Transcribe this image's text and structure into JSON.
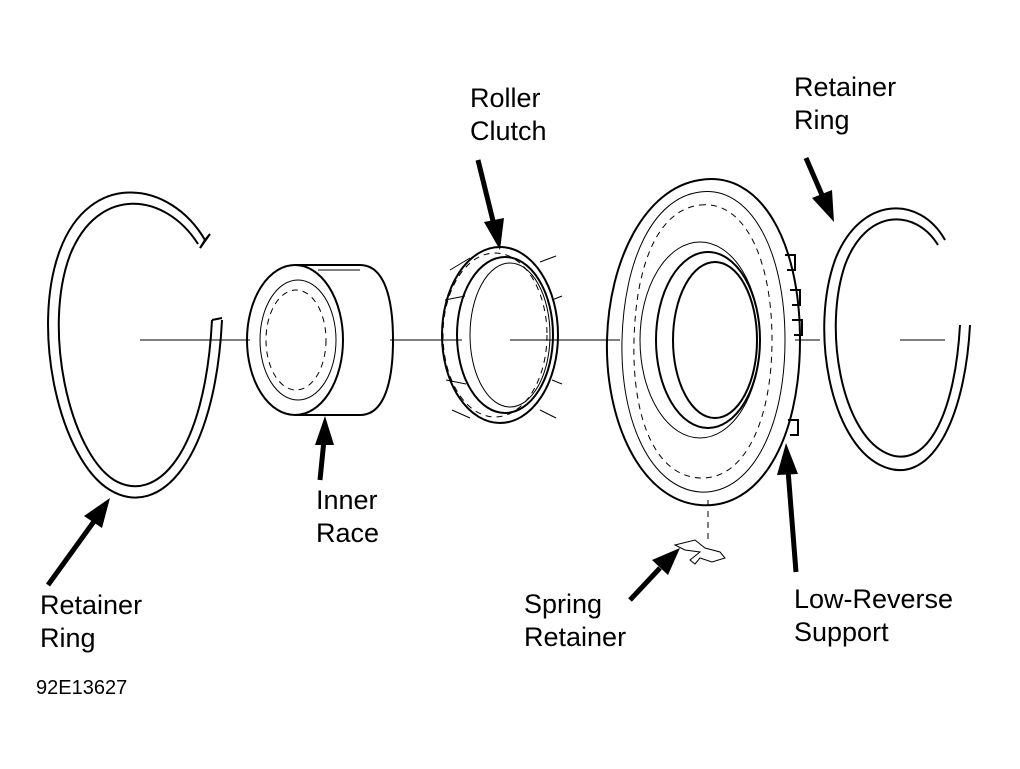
{
  "figure_id": "92E13627",
  "labels": {
    "retainer_ring_left": [
      "Retainer",
      "Ring"
    ],
    "inner_race": [
      "Inner",
      "Race"
    ],
    "roller_clutch": [
      "Roller",
      "Clutch"
    ],
    "spring_retainer": [
      "Spring",
      "Retainer"
    ],
    "low_reverse_support": [
      "Low-Reverse",
      "Support"
    ],
    "retainer_ring_right": [
      "Retainer",
      "Ring"
    ]
  },
  "colors": {
    "ink": "#000000",
    "background": "#ffffff"
  }
}
